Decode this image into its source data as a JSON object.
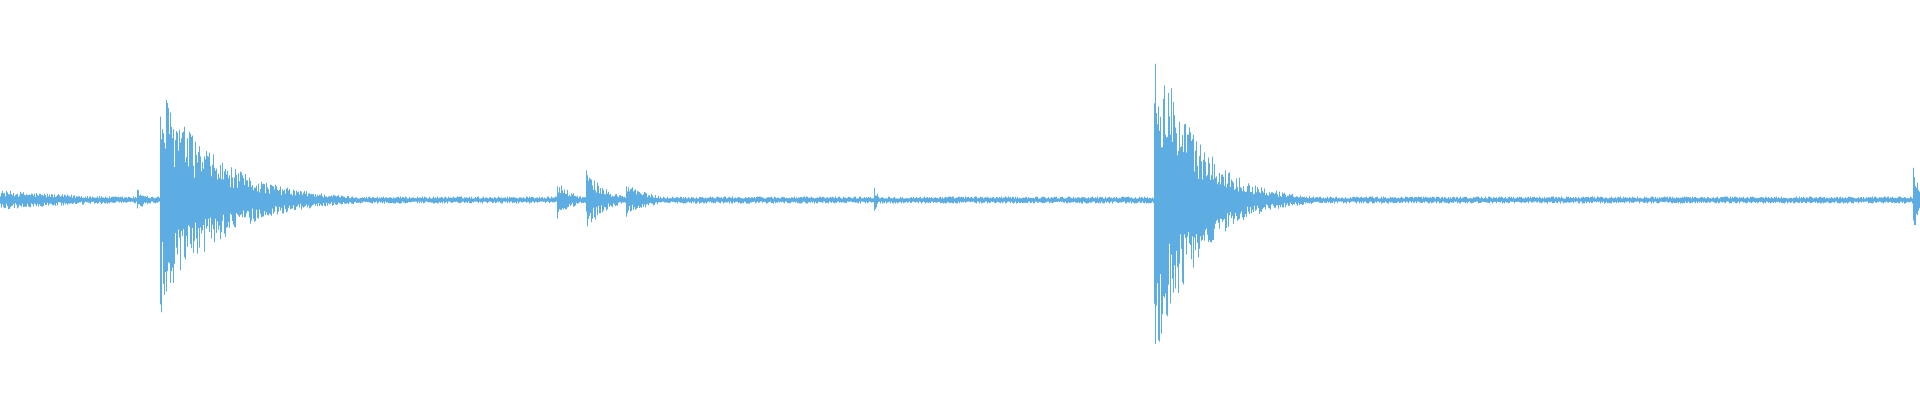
{
  "waveform": {
    "color": "#5dade2",
    "background": "#ffffff",
    "noise_floor": 0.018,
    "bursts": [
      {
        "t": 0.0,
        "amp": 0.05,
        "decay": 0.06
      },
      {
        "t": 0.071,
        "amp": 0.06,
        "decay": 0.006
      },
      {
        "t": 0.083,
        "amp": 0.58,
        "decay": 0.03
      },
      {
        "t": 0.29,
        "amp": 0.1,
        "decay": 0.008
      },
      {
        "t": 0.305,
        "amp": 0.16,
        "decay": 0.01
      },
      {
        "t": 0.326,
        "amp": 0.09,
        "decay": 0.012
      },
      {
        "t": 0.455,
        "amp": 0.09,
        "decay": 0.002
      },
      {
        "t": 0.601,
        "amp": 0.86,
        "decay": 0.022
      },
      {
        "t": 0.996,
        "amp": 0.18,
        "decay": 0.004
      }
    ]
  }
}
